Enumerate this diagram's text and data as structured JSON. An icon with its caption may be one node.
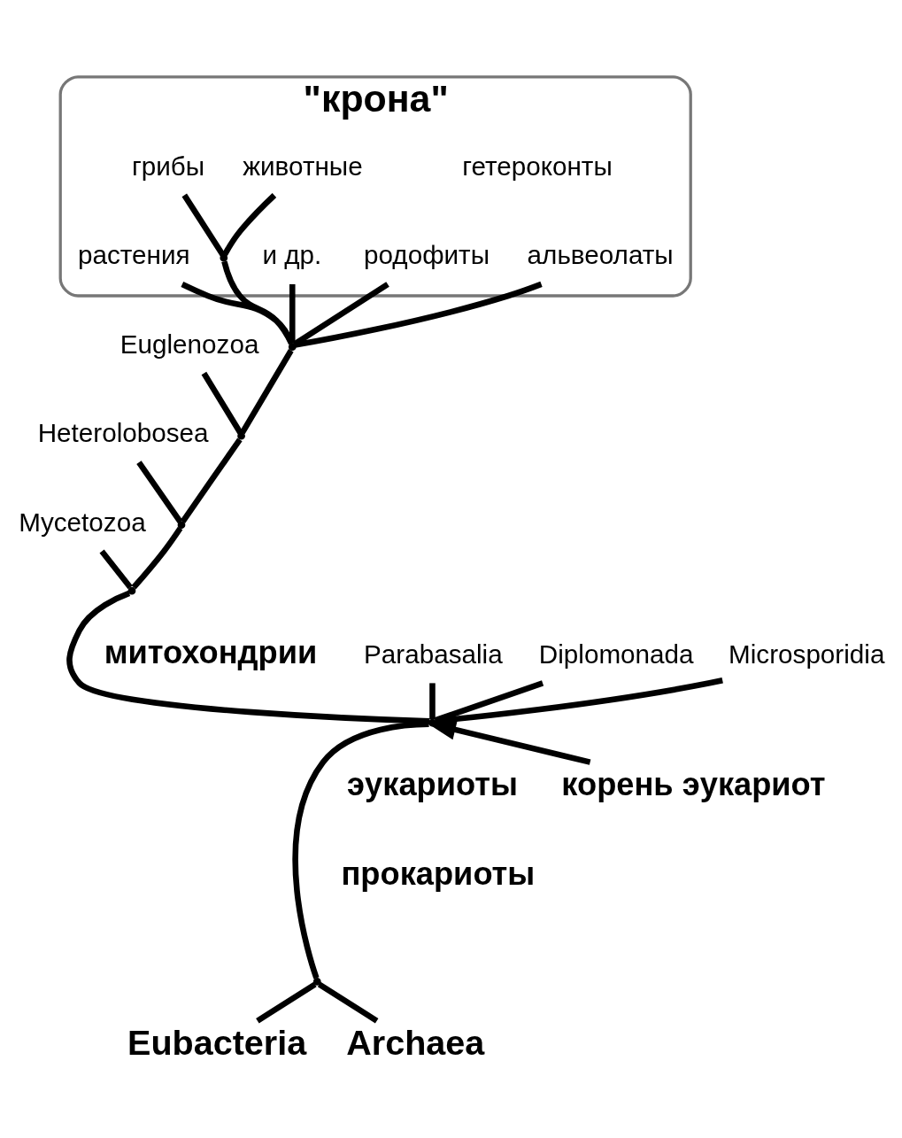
{
  "diagram": {
    "nodes": [
      {
        "text": [
          "\"крона\""
        ]
      },
      {
        "text": [
          "гетероконты"
        ],
        "in": 0
      },
      {
        "text": [
          "альвеолаты"
        ],
        "in": 0
      },
      {
        "text": [
          "родофиты"
        ],
        "in": 0
      },
      {
        "text": [
          "и др."
        ],
        "in": 0
      },
      {
        "text": [
          "животные"
        ],
        "in": 0
      },
      {
        "text": [
          "грибы"
        ],
        "in": 0
      },
      {
        "text": [
          "растения"
        ],
        "in": 0
      },
      {
        "text": [],
        "shape": "point"
      },
      {
        "text": [],
        "shape": "point",
        "in": 0
      },
      {
        "text": [
          "Euglenozoa"
        ]
      },
      {
        "text": [
          "Heterolobosea"
        ]
      },
      {
        "text": [
          "Mycetozoa"
        ]
      },
      {
        "text": [
          "Parabasalia"
        ]
      },
      {
        "text": [
          "Diplomonada"
        ]
      },
      {
        "text": [
          "Microsporidia"
        ]
      },
      {
        "text": [],
        "shape": "point"
      },
      {
        "text": [],
        "shape": "point"
      },
      {
        "text": [],
        "shape": "point"
      },
      {
        "text": [],
        "shape": "point"
      },
      {
        "text": [],
        "shape": "point"
      },
      {
        "text": [
          "Eubacteria"
        ]
      },
      {
        "text": [
          "Archaea"
        ]
      },
      {
        "text": [
          "корень эукариот"
        ]
      }
    ],
    "edges": [
      {
        "from": 2,
        "to": 8,
        "arrow": "none"
      },
      {
        "from": 3,
        "to": 8,
        "arrow": "none"
      },
      {
        "from": 4,
        "to": 8,
        "arrow": "none"
      },
      {
        "from": 9,
        "to": 8,
        "arrow": "none"
      },
      {
        "from": 7,
        "to": 8,
        "arrow": "none"
      },
      {
        "from": 5,
        "to": 9,
        "arrow": "none"
      },
      {
        "from": 6,
        "to": 9,
        "arrow": "none"
      },
      {
        "from": 8,
        "to": 16,
        "arrow": "none"
      },
      {
        "from": 10,
        "to": 16,
        "arrow": "none"
      },
      {
        "from": 16,
        "to": 17,
        "arrow": "none"
      },
      {
        "from": 11,
        "to": 17,
        "arrow": "none"
      },
      {
        "from": 17,
        "to": 18,
        "arrow": "none"
      },
      {
        "from": 12,
        "to": 18,
        "arrow": "none"
      },
      {
        "from": 18,
        "to": 19,
        "arrow": "none"
      },
      {
        "from": 13,
        "to": 19,
        "arrow": "none"
      },
      {
        "from": 14,
        "to": 19,
        "arrow": "none"
      },
      {
        "from": 15,
        "to": 19,
        "arrow": "none"
      },
      {
        "from": 19,
        "to": 20,
        "arrow": "none"
      },
      {
        "from": 20,
        "to": 21,
        "arrow": "none"
      },
      {
        "from": 20,
        "to": 22,
        "arrow": "none"
      },
      {
        "from": 23,
        "to": 19,
        "arrow": "to"
      }
    ],
    "labels": [
      "митохондрии",
      "эукариоты",
      "прокариоты"
    ]
  }
}
